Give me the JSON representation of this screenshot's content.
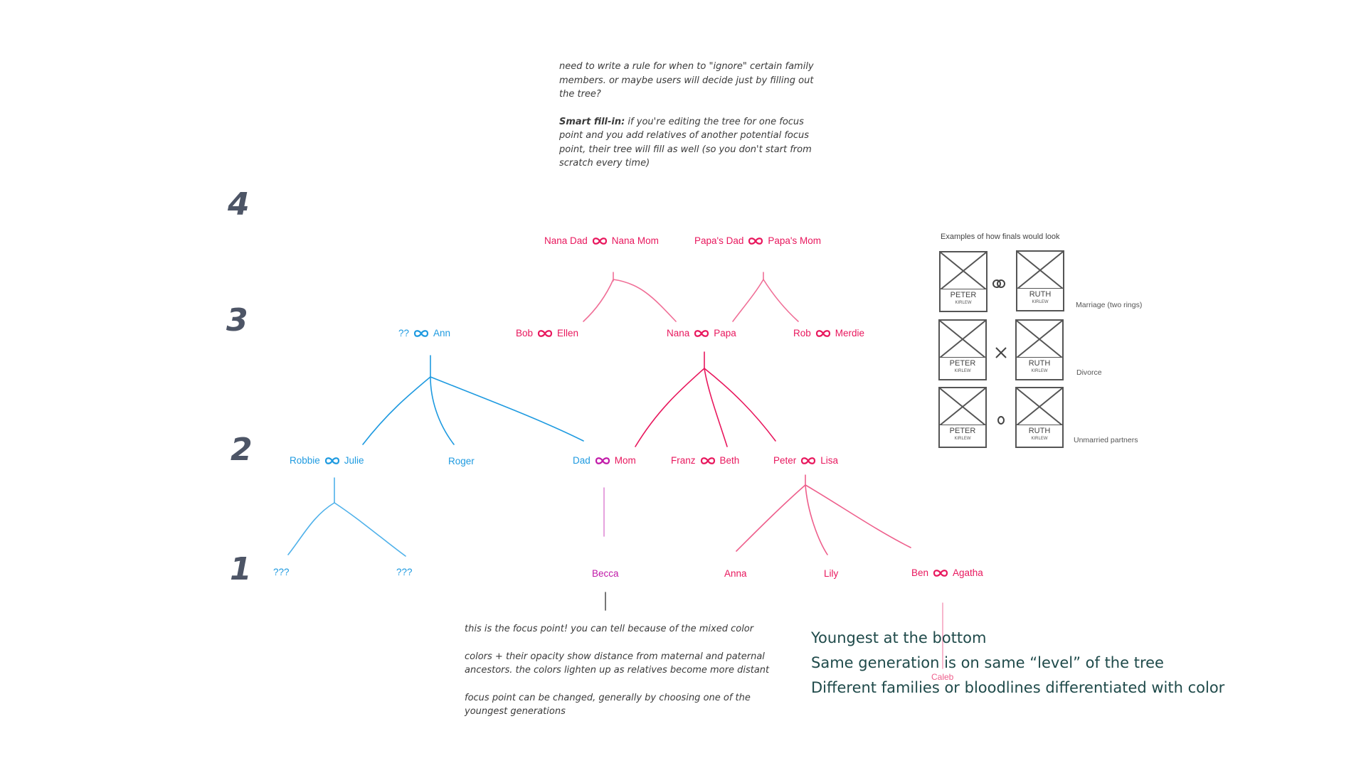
{
  "top_note": {
    "p1": "need to write a rule for when to \"ignore\" certain family members. or maybe users will decide just by filling out the tree?",
    "p2_bold": "Smart fill-in:",
    "p2": " if you're editing the tree for one focus point and you add relatives of another potential focus point, their tree will fill as well (so you don't start from scratch every time)"
  },
  "generations": [
    "4",
    "3",
    "2",
    "1"
  ],
  "people": {
    "nana_dad": "Nana Dad",
    "nana_mom": "Nana Mom",
    "papas_dad": "Papa's Dad",
    "papas_mom": "Papa's Mom",
    "qq": "??",
    "ann": "Ann",
    "bob": "Bob",
    "ellen": "Ellen",
    "nana": "Nana",
    "papa": "Papa",
    "rob": "Rob",
    "merdie": "Merdie",
    "robbie": "Robbie",
    "julie": "Julie",
    "roger": "Roger",
    "dad": "Dad",
    "mom": "Mom",
    "franz": "Franz",
    "beth": "Beth",
    "peter": "Peter",
    "lisa": "Lisa",
    "unk1": "???",
    "unk2": "???",
    "becca": "Becca",
    "anna": "Anna",
    "lily": "Lily",
    "ben": "Ben",
    "agatha": "Agatha",
    "caleb": "Caleb"
  },
  "focus_note": {
    "p1": "this is the focus point! you can tell because of the mixed color",
    "p2": "colors + their opacity show distance from maternal and paternal ancestors. the colors lighten up as relatives become more distant",
    "p3": "focus point can be changed, generally by choosing one of the youngest generations"
  },
  "legend": {
    "line1": "Youngest at the bottom",
    "line2": "Same generation is on same “level” of the tree",
    "line3": "Different families or bloodlines differentiated with color"
  },
  "examples": {
    "heading": "Examples of how finals would look",
    "rows": [
      {
        "left_name": "PETER",
        "left_sub": "KIRLEW",
        "right_name": "RUTH",
        "right_sub": "KIRLEW",
        "caption": "Marriage (two rings)"
      },
      {
        "left_name": "PETER",
        "left_sub": "KIRLEW",
        "right_name": "RUTH",
        "right_sub": "KIRLEW",
        "caption": "Divorce"
      },
      {
        "left_name": "PETER",
        "left_sub": "KIRLEW",
        "right_name": "RUTH",
        "right_sub": "KIRLEW",
        "caption": "Unmarried partners"
      }
    ]
  },
  "colors": {
    "maternal_blue": "#1e9ae0",
    "paternal_red": "#e8175d",
    "focus_mix": "#c11aa8",
    "generation_numbers": "#4d5566",
    "legend_text": "#1f4a4a"
  }
}
